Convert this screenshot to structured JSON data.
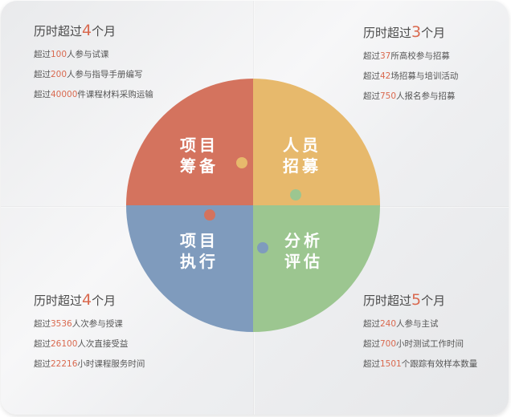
{
  "colors": {
    "q1": "#d4735e",
    "q2": "#e7b96c",
    "q3": "#7f9bbd",
    "q4": "#9cc690",
    "accent": "#d9694f"
  },
  "quadrants": [
    {
      "line1": "项目",
      "line2": "筹备"
    },
    {
      "line1": "人员",
      "line2": "招募"
    },
    {
      "line1": "项目",
      "line2": "执行"
    },
    {
      "line1": "分析",
      "line2": "评估"
    }
  ],
  "panels": {
    "tl": {
      "head": {
        "prefix": "历时超过",
        "num": "4",
        "suffix": "个月"
      },
      "lines": [
        {
          "prefix": "超过",
          "num": "100",
          "suffix": "人参与试课"
        },
        {
          "prefix": "超过",
          "num": "200",
          "suffix": "人参与指导手册编写"
        },
        {
          "prefix": "超过",
          "num": "40000",
          "suffix": "件课程材料采购运输"
        }
      ]
    },
    "tr": {
      "head": {
        "prefix": "历时超过",
        "num": "3",
        "suffix": "个月"
      },
      "lines": [
        {
          "prefix": "超过",
          "num": "37",
          "suffix": "所高校参与招募"
        },
        {
          "prefix": "超过",
          "num": "42",
          "suffix": "场招募与培训活动"
        },
        {
          "prefix": "超过",
          "num": "750",
          "suffix": "人报名参与招募"
        }
      ]
    },
    "bl": {
      "head": {
        "prefix": "历时超过",
        "num": "4",
        "suffix": "个月"
      },
      "lines": [
        {
          "prefix": "超过",
          "num": "3536",
          "suffix": "人次参与授课"
        },
        {
          "prefix": "超过",
          "num": "26100",
          "suffix": "人次直接受益"
        },
        {
          "prefix": "超过",
          "num": "22216",
          "suffix": "小时课程服务时间"
        }
      ]
    },
    "br": {
      "head": {
        "prefix": "历时超过",
        "num": "5",
        "suffix": "个月"
      },
      "lines": [
        {
          "prefix": "超过",
          "num": "240",
          "suffix": "人参与主试"
        },
        {
          "prefix": "超过",
          "num": "700",
          "suffix": "小时测试工作时间"
        },
        {
          "prefix": "超过",
          "num": "1501",
          "suffix": "个跟踪有效样本数量"
        }
      ]
    }
  }
}
